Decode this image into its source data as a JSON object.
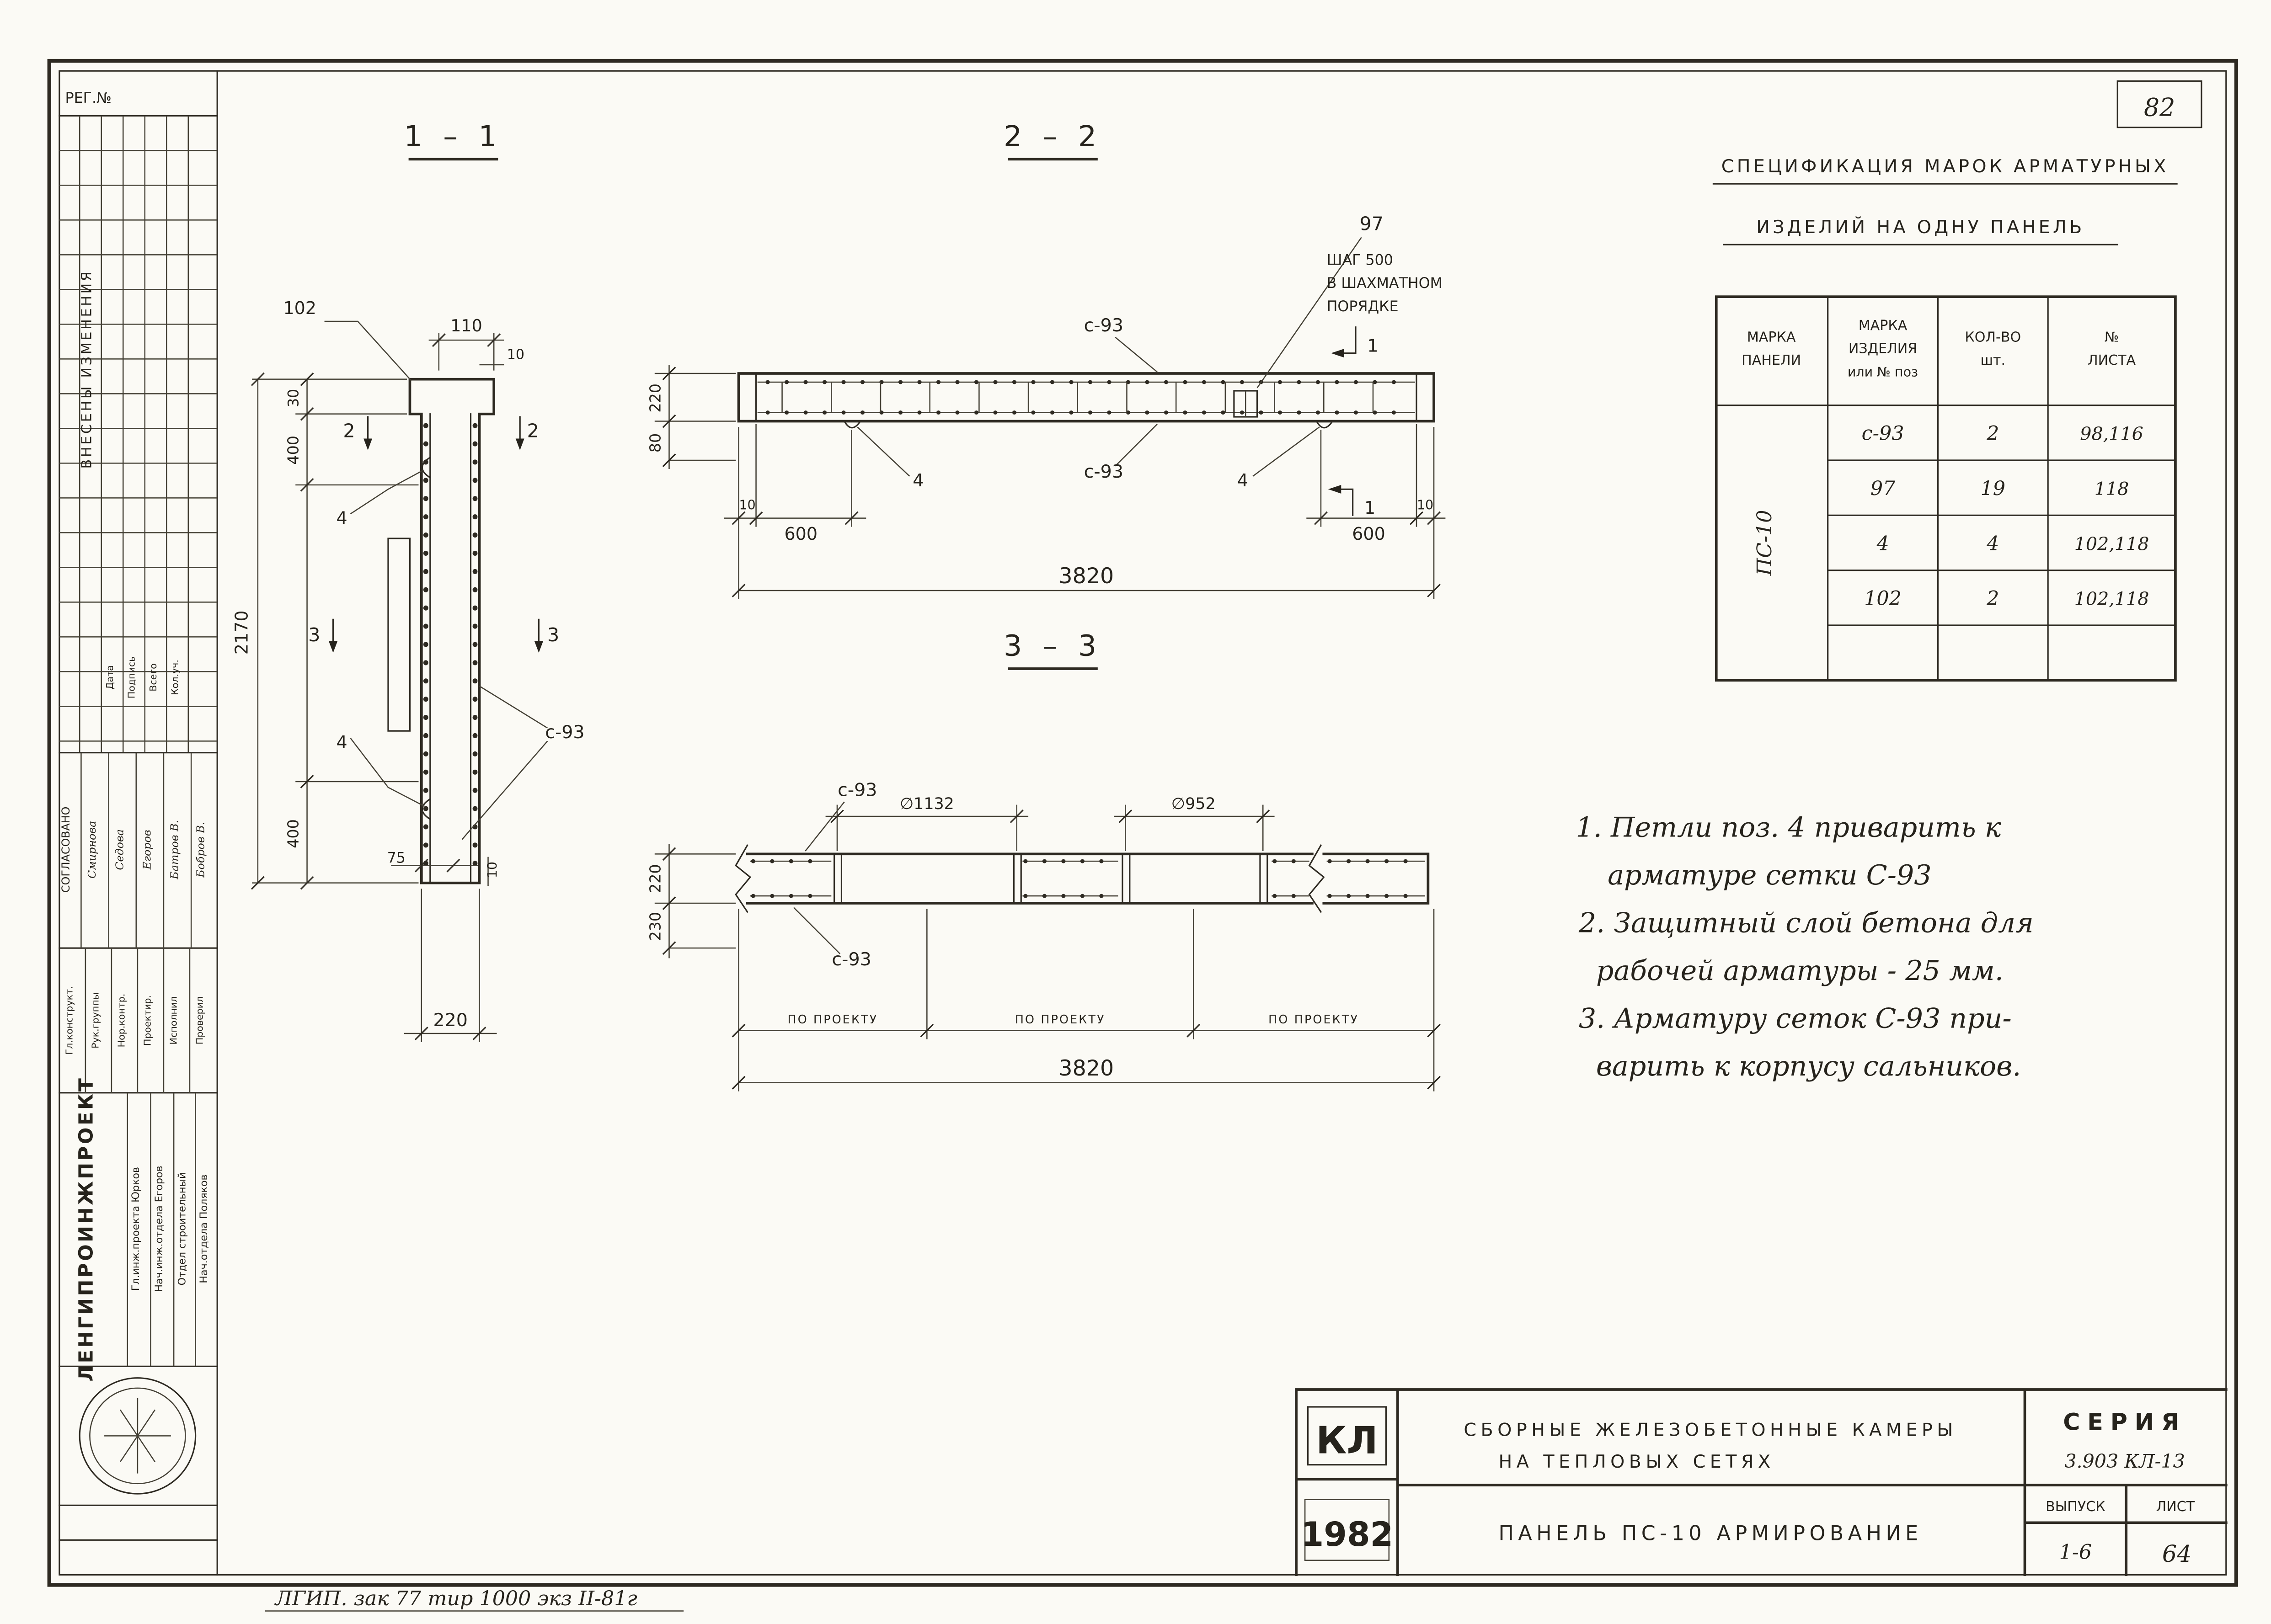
{
  "page": {
    "number": "82",
    "footer_note": "ЛГИП.   зак 77   тир 1000 экз   II-81г"
  },
  "left_panel": {
    "reg_label": "РЕГ.№",
    "changes_label": "ВНЕСЕНЫ  ИЗМЕНЕНИЯ",
    "col_labels": [
      "Дата",
      "Подпись",
      "Всего",
      "Кол.уч."
    ],
    "approved_label": "СОГЛАСОВАНО",
    "approved_names": [
      "Смирнова",
      "Седова",
      "Егоров",
      "Батров В.",
      "Бобров В."
    ],
    "roles": [
      "Гл.конструкт.",
      "Рук.группы",
      "Нор.контр.",
      "Проектир.",
      "Исполнил",
      "Проверил"
    ],
    "org": "ЛЕНГИПРОИНЖПРОЕКТ",
    "org_lines": [
      "Гл.инж.проекта  Юрков",
      "Нач.инж.отдела  Егоров",
      "Отдел  строительный",
      "Нач.отдела  Поляков"
    ]
  },
  "section11": {
    "title": "1 – 1",
    "mesh_label": "с-93",
    "pos4": "4",
    "marker2": "2",
    "marker3": "3",
    "dims": {
      "d102": "102",
      "d110": "110",
      "d10top": "10",
      "d30": "30",
      "d400top": "400",
      "d2170": "2170",
      "d400bot": "400",
      "d75": "75",
      "d10bot": "10",
      "d220": "220"
    }
  },
  "section22": {
    "title": "2 – 2",
    "pos97": "97",
    "step_note": [
      "ШАГ 500",
      "В ШАХМАТНОМ",
      "ПОРЯДКЕ"
    ],
    "mesh_top": "с-93",
    "mesh_bot": "с-93",
    "pos4_left": "4",
    "pos4_right": "4",
    "marker1": "1",
    "dims": {
      "d220": "220",
      "d80": "80",
      "d10l": "10",
      "d600l": "600",
      "d10r": "10",
      "d600r": "600",
      "d3820": "3820"
    }
  },
  "section33": {
    "title": "3 – 3",
    "mesh_top": "с-93",
    "mesh_bot": "с-93",
    "dims": {
      "dia1": "∅1132",
      "dia2": "∅952",
      "d220": "220",
      "d230": "230",
      "po1": "ПО ПРОЕКТУ",
      "po2": "ПО ПРОЕКТУ",
      "po3": "ПО ПРОЕКТУ",
      "d3820": "3820"
    }
  },
  "spec_table": {
    "title_line1": "СПЕЦИФИКАЦИЯ  МАРОК  АРМАТУРНЫХ",
    "title_line2": "ИЗДЕЛИЙ  НА  ОДНУ  ПАНЕЛЬ",
    "headers": {
      "panel": [
        "МАРКА",
        "ПАНЕЛИ"
      ],
      "item": [
        "МАРКА",
        "ИЗДЕЛИЯ",
        "или № поз"
      ],
      "qty": [
        "КОЛ-ВО",
        "шт."
      ],
      "sheet": [
        "№",
        "ЛИСТА"
      ]
    },
    "panel_mark": "ПС-10",
    "rows": [
      [
        "с-93",
        "2",
        "98,116"
      ],
      [
        "97",
        "19",
        "118"
      ],
      [
        "4",
        "4",
        "102,118"
      ],
      [
        "102",
        "2",
        "102,118"
      ]
    ]
  },
  "notes": {
    "lines": [
      "1. Петли  поз. 4  приварить  к",
      "арматуре  сетки  С-93",
      "2. Защитный  слой  бетона  для",
      "рабочей  арматуры - 25 мм.",
      "3. Арматуру  сеток  С-93  при-",
      "варить  к  корпусу  сальников."
    ]
  },
  "title_block": {
    "logo": "КЛ",
    "year": "1982",
    "project_line1": "СБОРНЫЕ  ЖЕЛЕЗОБЕТОННЫЕ  КАМЕРЫ",
    "project_line2": "НА ТЕПЛОВЫХ  СЕТЯХ",
    "sheet_name": "ПАНЕЛЬ  ПС-10    АРМИРОВАНИЕ",
    "series_label": "СЕРИЯ",
    "series_value": "3.903 КЛ-13",
    "issue_label": "ВЫПУСК",
    "issue_value": "1-6",
    "sheet_label": "ЛИСТ",
    "sheet_value": "64"
  }
}
